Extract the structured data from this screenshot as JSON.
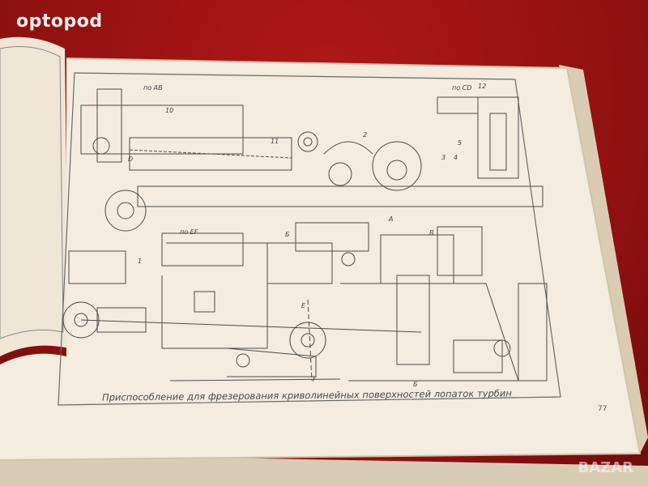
{
  "watermark": "optopod",
  "corner_logo": "BAZAR",
  "drawing": {
    "caption": "Приспособление для фрезерования криволинейных поверхностей лопаток турбин",
    "page_number": "77",
    "view_labels": [
      "по АВ",
      "по CD",
      "по EF"
    ],
    "part_numbers": [
      "1",
      "2",
      "3",
      "4",
      "5",
      "10",
      "11",
      "12"
    ],
    "section_letters": [
      "A",
      "Б",
      "В",
      "Б",
      "E",
      "F",
      "D"
    ]
  }
}
